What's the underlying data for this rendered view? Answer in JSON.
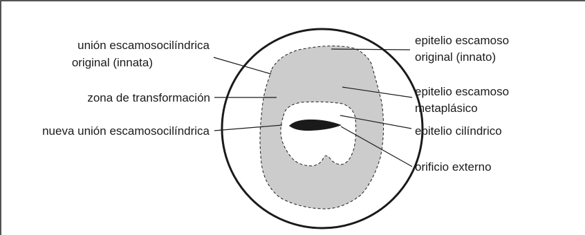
{
  "colors": {
    "frame": "#1a1a1a",
    "transformation_zone": "#cccccc",
    "orifice": "#1a1a1a",
    "background": "#ffffff"
  },
  "labels": {
    "original_scj_line1": "unión escamosocilíndrica",
    "original_scj_line2": "original (innata)",
    "transformation_zone": "zona de transformación",
    "new_scj": "nueva unión escamosocilíndrica",
    "original_squamous_line1": "epitelio escamoso",
    "original_squamous_line2": "original (innato)",
    "metaplastic_squamous_line1": "epitelio escamoso",
    "metaplastic_squamous_line2": "metaplásico",
    "columnar_epithelium": "epitelio cilíndrico",
    "external_os": "orificio externo"
  }
}
